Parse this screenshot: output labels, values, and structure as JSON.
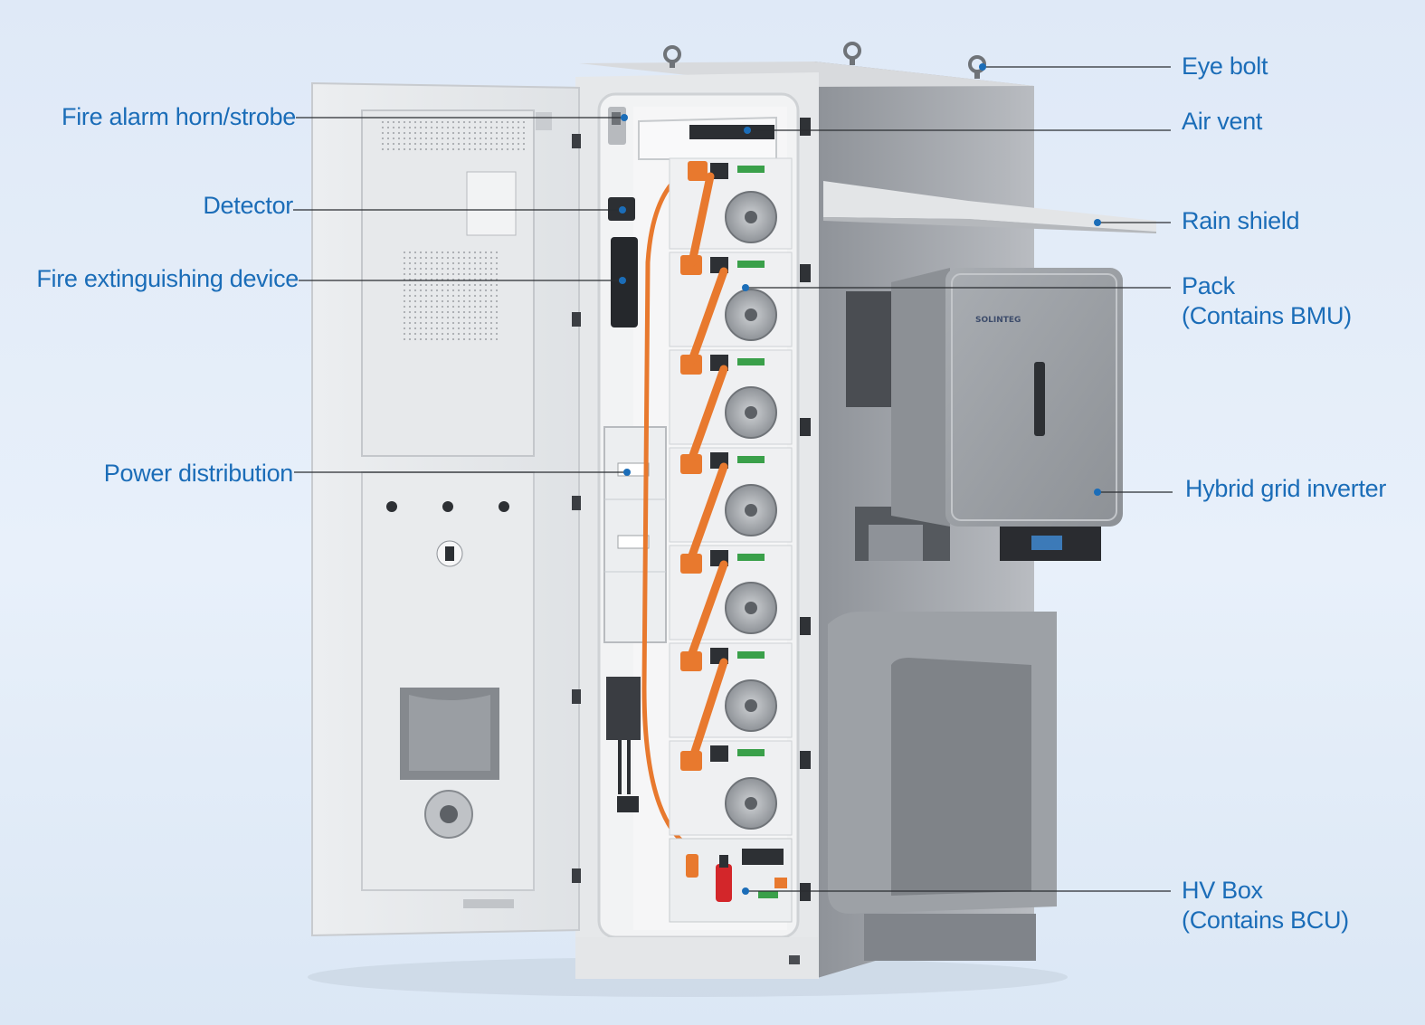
{
  "labels": {
    "eye_bolt": "Eye bolt",
    "air_vent": "Air vent",
    "rain_shield": "Rain shield",
    "pack_line1": "Pack",
    "pack_line2": "(Contains BMU)",
    "hybrid_inverter": "Hybrid grid inverter",
    "hv_box_line1": "HV Box",
    "hv_box_line2": "(Contains BCU)",
    "fire_alarm": "Fire alarm horn/strobe",
    "detector": "Detector",
    "fire_extinguishing": "Fire extinguishing device",
    "power_distribution": "Power distribution"
  },
  "logo_text": "SOLINTEG",
  "colors": {
    "label_text": "#1b6db8",
    "callout_dot": "#1b6db8",
    "cable_orange": "#e8792e"
  }
}
